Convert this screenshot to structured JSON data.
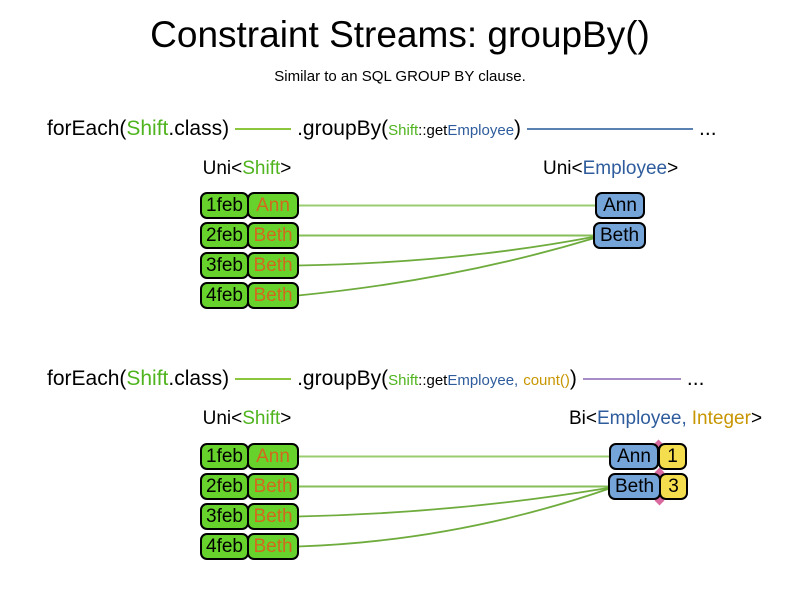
{
  "slide": {
    "title": "Constraint Streams: groupBy()",
    "subtitle": "Similar to an SQL GROUP BY clause."
  },
  "colors": {
    "green_fill": "#68d22c",
    "green_text": "#4fb41e",
    "orange_text": "#d2691e",
    "blue_fill": "#74a4d8",
    "blue_text": "#2e5c9c",
    "gold_text": "#c79600",
    "yellow_fill": "#f5de4e",
    "code_line_green": "#8cc63f",
    "code_line_blue": "#5b80b2",
    "code_line_purple": "#a68cc8",
    "map_line_light": "#9acd70",
    "map_line_mid": "#86be58",
    "map_line_dark": "#6fac3e",
    "joint_pink": "#d96aa0"
  },
  "section1": {
    "code": {
      "foreach": "forEach(",
      "foreach_type": "Shift",
      "foreach_suffix": ".class)",
      "groupby": ".groupBy(",
      "arg_type": "Shift",
      "arg_method": "::get",
      "arg_prop": "Employee",
      "close_paren": ")",
      "ellipsis": "..."
    },
    "source_type": {
      "prefix": "Uni<",
      "param": "Shift",
      "suffix": ">"
    },
    "result_type": {
      "prefix": "Uni<",
      "param": "Employee",
      "suffix": ">"
    },
    "shifts": [
      {
        "date": "1feb",
        "employee": "Ann"
      },
      {
        "date": "2feb",
        "employee": "Beth"
      },
      {
        "date": "3feb",
        "employee": "Beth"
      },
      {
        "date": "4feb",
        "employee": "Beth"
      }
    ],
    "groups": [
      {
        "employee": "Ann"
      },
      {
        "employee": "Beth"
      }
    ]
  },
  "section2": {
    "code": {
      "foreach": "forEach(",
      "foreach_type": "Shift",
      "foreach_suffix": ".class)",
      "groupby": ".groupBy(",
      "arg_type": "Shift",
      "arg_method": "::get",
      "arg_prop": "Employee",
      "arg_comma": ",",
      "arg_collector": "count()",
      "close_paren": ")",
      "ellipsis": "..."
    },
    "source_type": {
      "prefix": "Uni<",
      "param": "Shift",
      "suffix": ">"
    },
    "result_type": {
      "prefix": "Bi<",
      "param1": "Employee",
      "comma": ",",
      "param2": "Integer",
      "suffix": ">"
    },
    "shifts": [
      {
        "date": "1feb",
        "employee": "Ann"
      },
      {
        "date": "2feb",
        "employee": "Beth"
      },
      {
        "date": "3feb",
        "employee": "Beth"
      },
      {
        "date": "4feb",
        "employee": "Beth"
      }
    ],
    "groups": [
      {
        "employee": "Ann",
        "count": "1"
      },
      {
        "employee": "Beth",
        "count": "3"
      }
    ]
  }
}
